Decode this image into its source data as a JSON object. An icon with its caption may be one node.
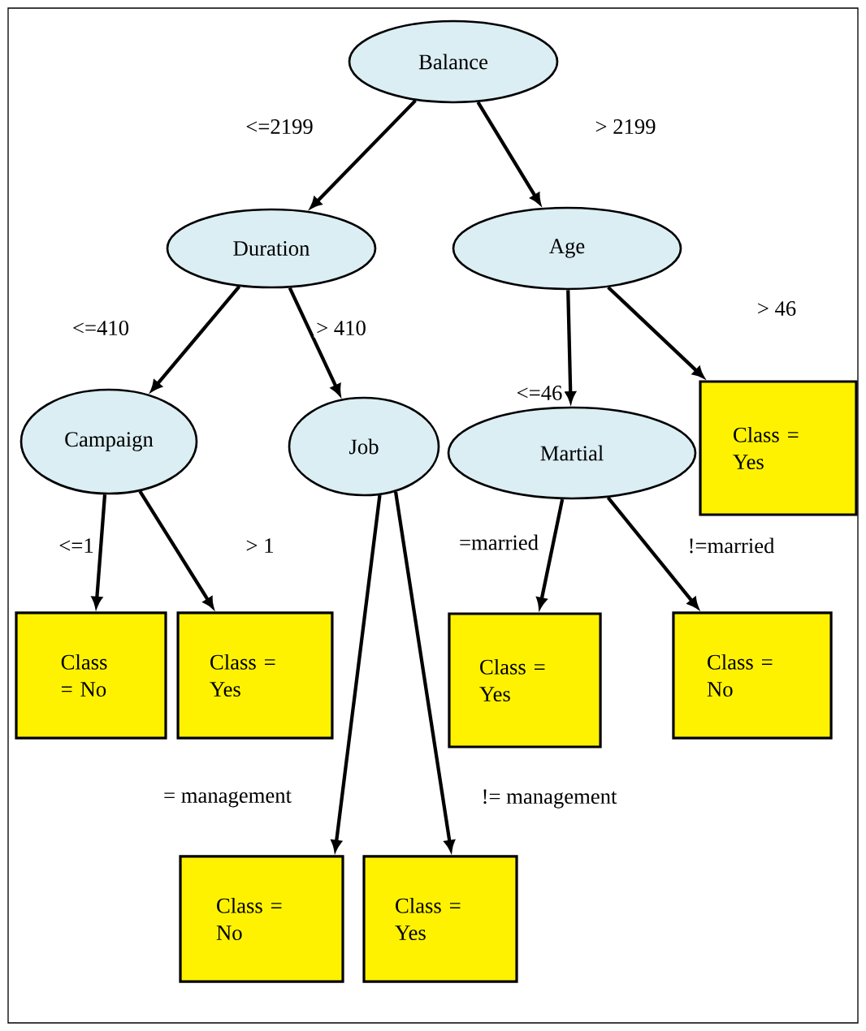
{
  "diagram": {
    "nodes": [
      {
        "text": [
          "Balance"
        ]
      },
      {
        "text": [
          "Duration"
        ]
      },
      {
        "text": [
          "Age"
        ]
      },
      {
        "text": [
          "Campaign"
        ]
      },
      {
        "text": [
          "Job"
        ]
      },
      {
        "text": [
          "Martial"
        ]
      },
      {
        "text": [
          "Class = Yes"
        ]
      },
      {
        "text": [
          "Class = No"
        ]
      },
      {
        "text": [
          "Class = Yes"
        ]
      },
      {
        "text": [
          "Class = Yes"
        ]
      },
      {
        "text": [
          "Class = No"
        ]
      },
      {
        "text": [
          "Class = No"
        ]
      },
      {
        "text": [
          "Class = Yes"
        ]
      }
    ],
    "edges": [
      {
        "from": 0,
        "to": 1,
        "arrow": "to",
        "label": "<=2199"
      },
      {
        "from": 0,
        "to": 2,
        "arrow": "to",
        "label": "> 2199"
      },
      {
        "from": 1,
        "to": 3,
        "arrow": "to",
        "label": "<=410"
      },
      {
        "from": 1,
        "to": 4,
        "arrow": "to",
        "label": "> 410"
      },
      {
        "from": 2,
        "to": 5,
        "arrow": "to",
        "label": "<=46"
      },
      {
        "from": 2,
        "to": 6,
        "arrow": "to",
        "label": "> 46"
      },
      {
        "from": 3,
        "to": 7,
        "arrow": "to",
        "label": "<=1"
      },
      {
        "from": 3,
        "to": 8,
        "arrow": "to",
        "label": "> 1"
      },
      {
        "from": 5,
        "to": 9,
        "arrow": "to",
        "label": "=married"
      },
      {
        "from": 5,
        "to": 10,
        "arrow": "to",
        "label": "!=married"
      },
      {
        "from": 4,
        "to": 11,
        "arrow": "to",
        "label": "= management"
      },
      {
        "from": 4,
        "to": 12,
        "arrow": "to",
        "label": "!= management"
      }
    ]
  }
}
